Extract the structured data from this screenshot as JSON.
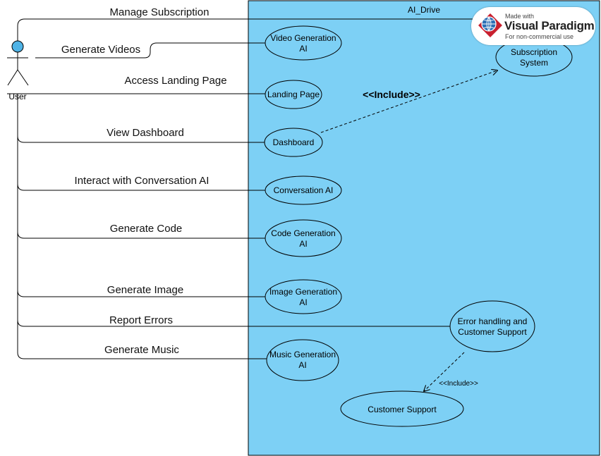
{
  "system": {
    "title": "AI_Drive",
    "fill": "#7dd0f5"
  },
  "actor": {
    "name": "User",
    "head_color": "#4fb3e6"
  },
  "associations": [
    {
      "label": "Manage Subscription"
    },
    {
      "label": "Generate Videos"
    },
    {
      "label": "Access Landing Page"
    },
    {
      "label": "View Dashboard"
    },
    {
      "label": "Interact with Conversation AI"
    },
    {
      "label": "Generate Code"
    },
    {
      "label": "Generate Image"
    },
    {
      "label": "Report Errors"
    },
    {
      "label": "Generate Music"
    }
  ],
  "use_cases": {
    "video": [
      "Video Generation",
      "AI"
    ],
    "subscription": [
      "Subscription",
      "System"
    ],
    "landing": [
      "Landing Page"
    ],
    "dashboard": [
      "Dashboard"
    ],
    "conversation": [
      "Conversation AI"
    ],
    "code": [
      "Code Generation",
      "AI"
    ],
    "image": [
      "Image Generation",
      "AI"
    ],
    "error": [
      "Error handling and",
      "Customer Support"
    ],
    "music": [
      "Music Generation",
      "AI"
    ],
    "support": [
      "Customer Support"
    ]
  },
  "includes": {
    "dashboard_to_subscription": "<<Include>>",
    "error_to_support": "<<Include>>"
  },
  "watermark": {
    "line1": "Made with",
    "brand": "Visual Paradigm",
    "line2": "For non-commercial use"
  }
}
